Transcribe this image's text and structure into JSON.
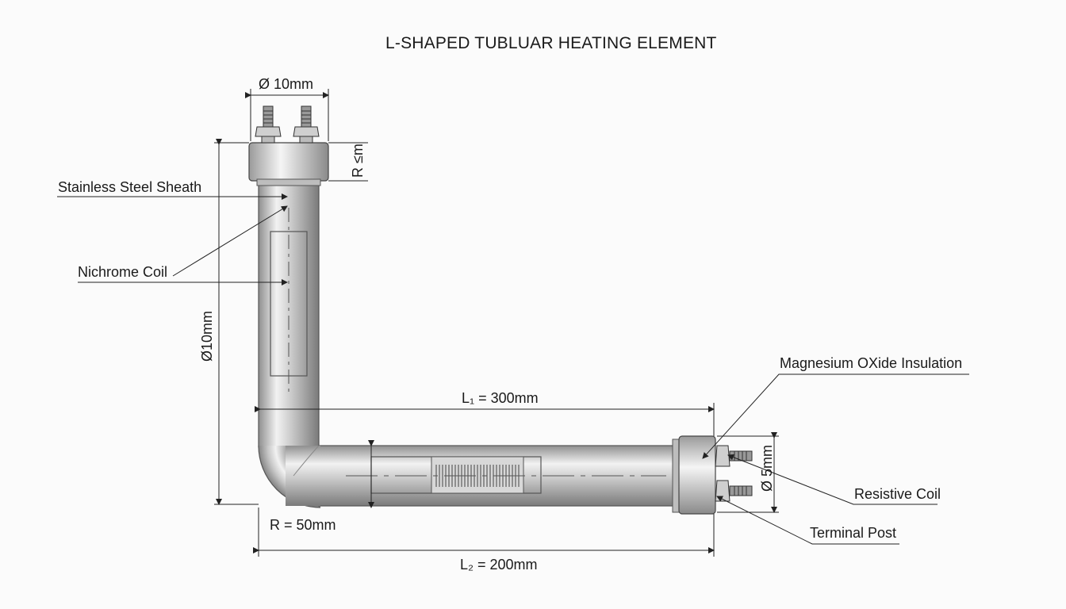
{
  "diagram": {
    "title": "L-SHAPED TUBLUAR HEATING ELEMENT",
    "callouts": {
      "sheath": "Stainless Steel Sheath",
      "nichrome": "Nichrome Coil",
      "magnesium": "Magnesium OXide Insulation",
      "resistive": "Resistive Coil",
      "terminal": "Terminal Post"
    },
    "dimensions": {
      "top_diameter": "Ø 10mm",
      "top_r": "R ≤m",
      "vertical_diameter": "Ø10mm",
      "l1": "L₁ = 300mm",
      "bend_radius": "R = 50mm",
      "l2": "L₂ = 200mm",
      "right_diameter": "Ø 5mm"
    }
  }
}
